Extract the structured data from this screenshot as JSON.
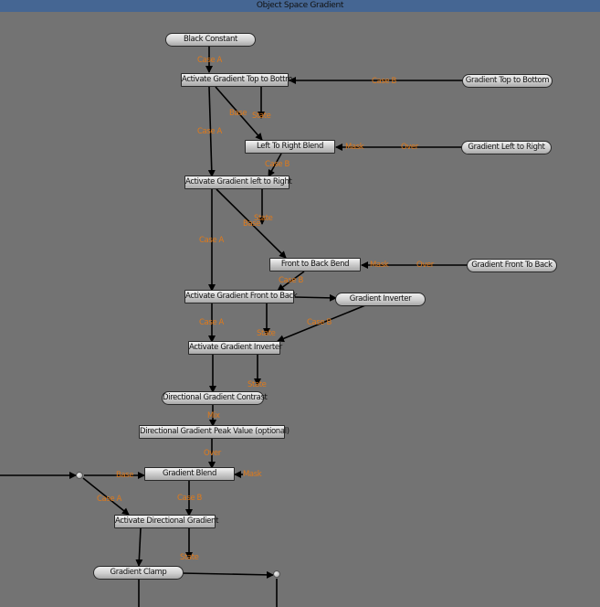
{
  "window": {
    "title": "Object Space Gradient"
  },
  "nodes": {
    "black_constant": "Black Constant",
    "activate_top_bottom": "Activate Gradient Top to Bottm",
    "gradient_top_bottom": "Gradient Top to Bottom",
    "left_right_blend": "Left To Right Blend",
    "gradient_left_right": "Gradient Left to Right",
    "activate_left_right": "Activate Gradient left to Right",
    "front_back_blend": "Front to Back Bend",
    "gradient_front_back": "Gradient Front To Back",
    "activate_front_back": "Activate Gradient Front to Back",
    "gradient_inverter": "Gradient Inverter",
    "activate_inverter": "Activate Gradient Inverter",
    "directional_contrast": "Directional Gradient Contrast",
    "directional_peak": "Directional Gradient Peak Value (optional)",
    "gradient_blend": "Gradient Blend",
    "activate_directional": "Activate Directional Gradient",
    "gradient_clamp": "Gradient Clamp"
  },
  "labels": {
    "case_a": "Case A",
    "case_b": "Case B",
    "base": "Base",
    "state": "State",
    "mask": "Mask",
    "over": "Over",
    "mix": "Mix"
  },
  "colors": {
    "background": "#737373",
    "titlebar": "#456693",
    "pin_label": "#e07a1a",
    "edge": "#000000"
  }
}
